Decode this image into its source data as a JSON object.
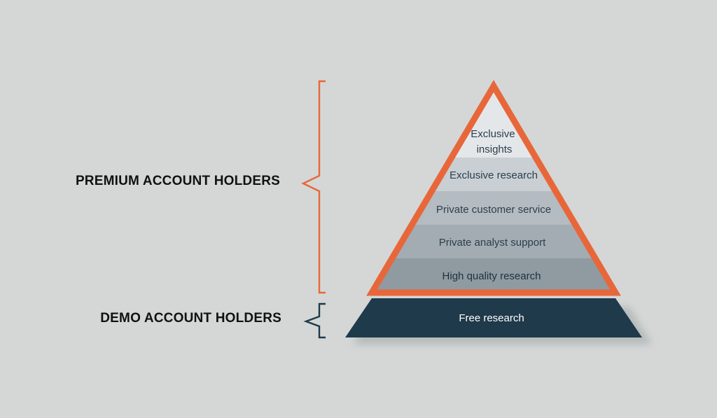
{
  "groups": {
    "premium": {
      "label": "PREMIUM ACCOUNT HOLDERS",
      "bracket_color": "#e8673a"
    },
    "demo": {
      "label": "DEMO ACCOUNT HOLDERS",
      "bracket_color": "#1f3a4a"
    }
  },
  "pyramid": {
    "outline_color": "#e8673a",
    "tiers": [
      {
        "label_lines": [
          "Exclusive",
          "insights"
        ],
        "fill": "#e4e7ea",
        "text_color": "#2c3e4c"
      },
      {
        "label": "Exclusive research",
        "fill": "#c9cfd3",
        "text_color": "#2c3e4c"
      },
      {
        "label": "Private customer service",
        "fill": "#b4bcc1",
        "text_color": "#2c3e4c"
      },
      {
        "label": "Private analyst support",
        "fill": "#a2acb2",
        "text_color": "#2c3e4c"
      },
      {
        "label": "High quality research",
        "fill": "#8f9aa1",
        "text_color": "#1f3040"
      }
    ],
    "base": {
      "label": "Free research",
      "fill": "#1f3a4a",
      "text_color": "#ffffff"
    }
  }
}
